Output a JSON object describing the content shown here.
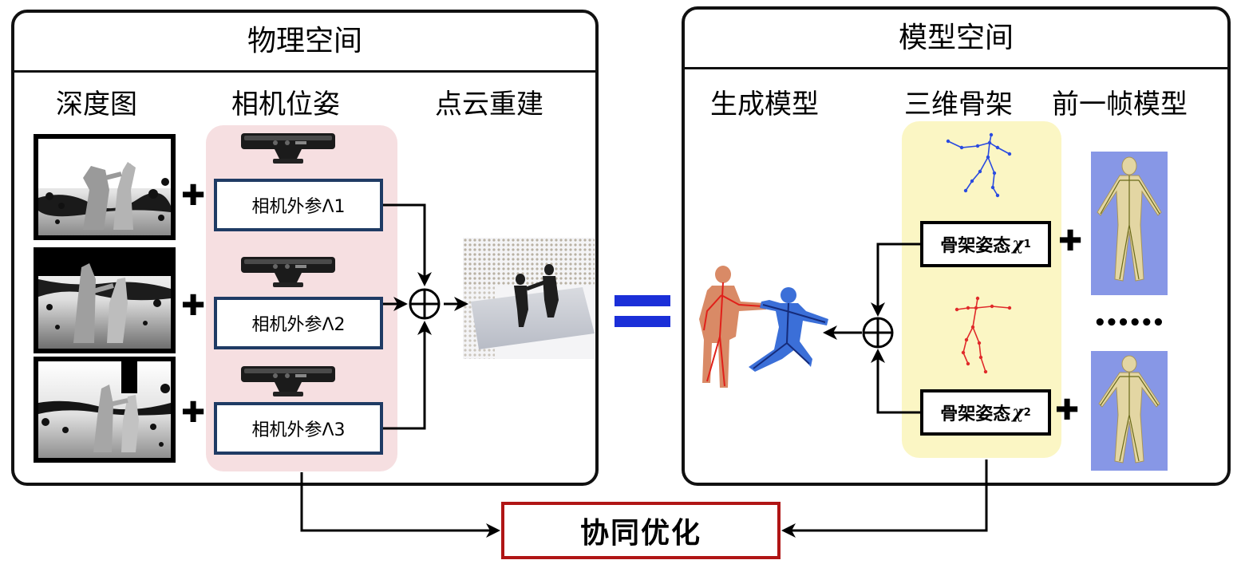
{
  "physical": {
    "title": "物理空间",
    "col_depth": "深度图",
    "col_pose": "相机位姿",
    "col_cloud": "点云重建",
    "cameras": [
      {
        "label": "相机外参Λ1"
      },
      {
        "label": "相机外参Λ2"
      },
      {
        "label": "相机外参Λ3"
      }
    ]
  },
  "equals": "=",
  "model": {
    "title": "模型空间",
    "col_gen": "生成模型",
    "col_skel": "三维骨架",
    "col_prev": "前一帧模型",
    "pose_label": "骨架姿态",
    "chi": "χ",
    "sub1": "1",
    "sub2": "2",
    "ellipsis": "••••••"
  },
  "optimize": "协同优化",
  "plus_glyph": "✚",
  "colors": {
    "camera_box_border": "#1f3b64",
    "pose_region_bg": "#f6dfe1",
    "skeleton_region_bg": "#fbf6c4",
    "optimize_border": "#b01515",
    "equals_color": "#1b2fd8",
    "skeleton_blue": "#2a4be0",
    "skeleton_red": "#e02a2a"
  }
}
